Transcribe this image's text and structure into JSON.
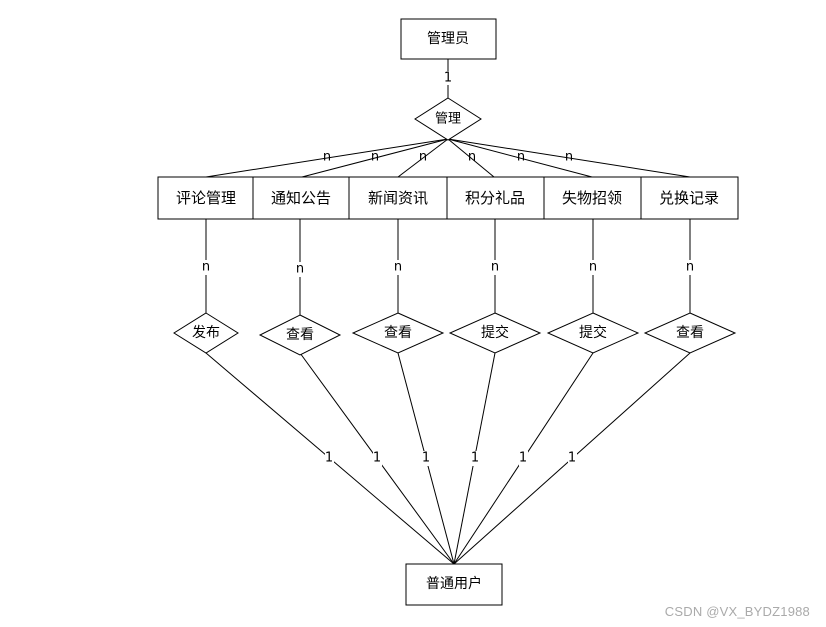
{
  "diagram": {
    "top_entity": "管理员",
    "top_relation": "管理",
    "top_cardinality": "1",
    "middle_cardinality": "n",
    "bottom_cardinality": "n",
    "lower_cardinality": "1",
    "entities": [
      "评论管理",
      "通知公告",
      "新闻资讯",
      "积分礼品",
      "失物招领",
      "兑换记录"
    ],
    "relations": [
      "发布",
      "查看",
      "查看",
      "提交",
      "提交",
      "查看"
    ],
    "bottom_entity": "普通用户",
    "line_color": "#000000"
  },
  "watermark": "CSDN @VX_BYDZ1988"
}
